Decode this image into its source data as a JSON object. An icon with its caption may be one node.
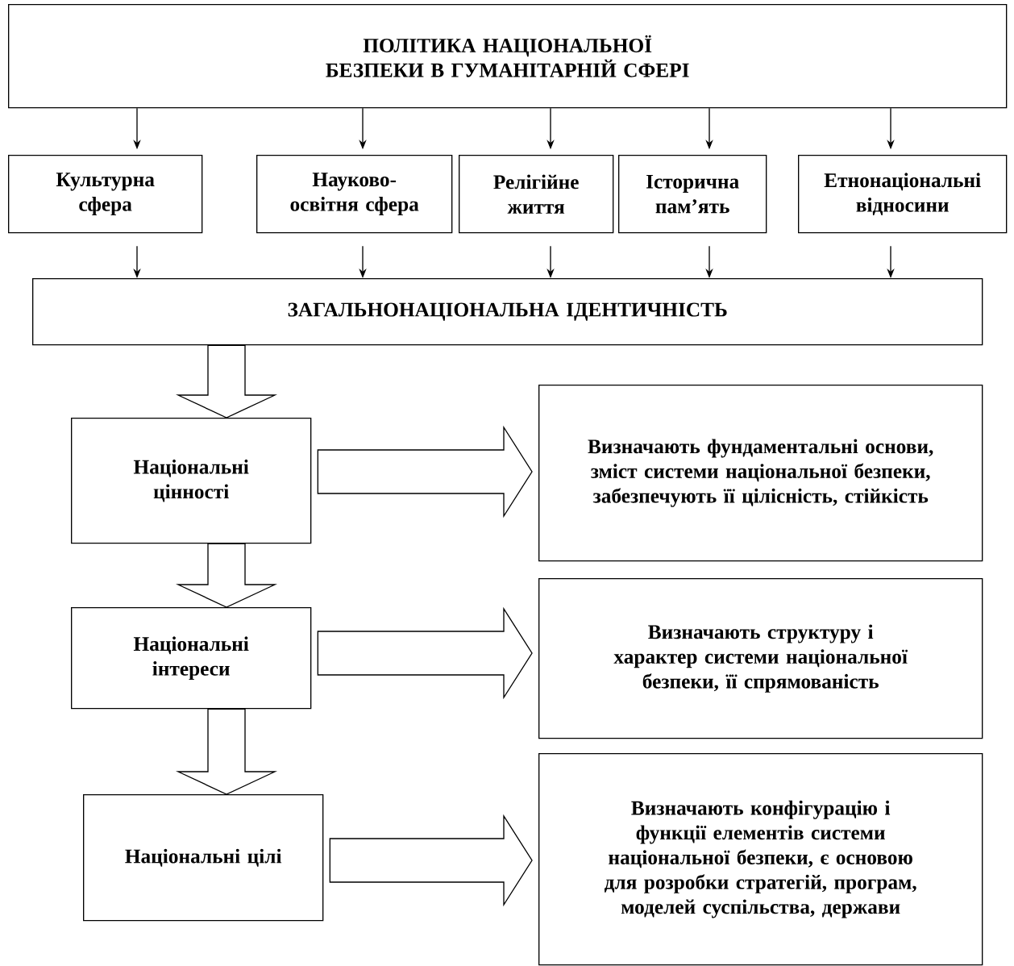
{
  "diagram": {
    "nodes": [
      {
        "text": [
          "ПОЛІТИКА НАЦІОНАЛЬНОЇ БЕЗПЕКИ В ГУМАНІТАРНІЙ СФЕРІ"
        ]
      },
      {
        "text": [
          "Культурна сфера"
        ]
      },
      {
        "text": [
          "Науково-освітня сфера"
        ]
      },
      {
        "text": [
          "Релігійне життя"
        ]
      },
      {
        "text": [
          "Історична пам’ять"
        ]
      },
      {
        "text": [
          "Етнонаціональні відносини"
        ]
      },
      {
        "text": [
          "ЗАГАЛЬНОНАЦІОНАЛЬНА ІДЕНТИЧНІСТЬ"
        ]
      },
      {
        "text": [
          "Національні цінності"
        ]
      },
      {
        "text": [
          "Визначають фундаментальні основи, зміст системи національної безпеки, забезпечують її цілісність, стійкість"
        ]
      },
      {
        "text": [
          "Національні інтереси"
        ]
      },
      {
        "text": [
          "Визначають структуру і характер системи національної безпеки, її спрямованість"
        ]
      },
      {
        "text": [
          "Національні цілі"
        ]
      },
      {
        "text": [
          "Визначають конфігурацію і функції елементів системи національної безпеки, є основою для розробки стратегій, програм, моделей суспільства, держави"
        ]
      }
    ],
    "edges": [
      {
        "from": 0,
        "to": 1,
        "arrow": "to"
      },
      {
        "from": 0,
        "to": 2,
        "arrow": "to"
      },
      {
        "from": 0,
        "to": 3,
        "arrow": "to"
      },
      {
        "from": 0,
        "to": 4,
        "arrow": "to"
      },
      {
        "from": 0,
        "to": 5,
        "arrow": "to"
      },
      {
        "from": 1,
        "to": 6,
        "arrow": "to"
      },
      {
        "from": 2,
        "to": 6,
        "arrow": "to"
      },
      {
        "from": 3,
        "to": 6,
        "arrow": "to"
      },
      {
        "from": 4,
        "to": 6,
        "arrow": "to"
      },
      {
        "from": 5,
        "to": 6,
        "arrow": "to"
      },
      {
        "from": 6,
        "to": 7,
        "arrow": "to",
        "style": "thick"
      },
      {
        "from": 7,
        "to": 8,
        "arrow": "to",
        "style": "thick"
      },
      {
        "from": 7,
        "to": 9,
        "arrow": "to",
        "style": "thick"
      },
      {
        "from": 9,
        "to": 10,
        "arrow": "to",
        "style": "thick"
      },
      {
        "from": 9,
        "to": 11,
        "arrow": "to",
        "style": "thick"
      },
      {
        "from": 11,
        "to": 12,
        "arrow": "to",
        "style": "thick"
      }
    ]
  }
}
